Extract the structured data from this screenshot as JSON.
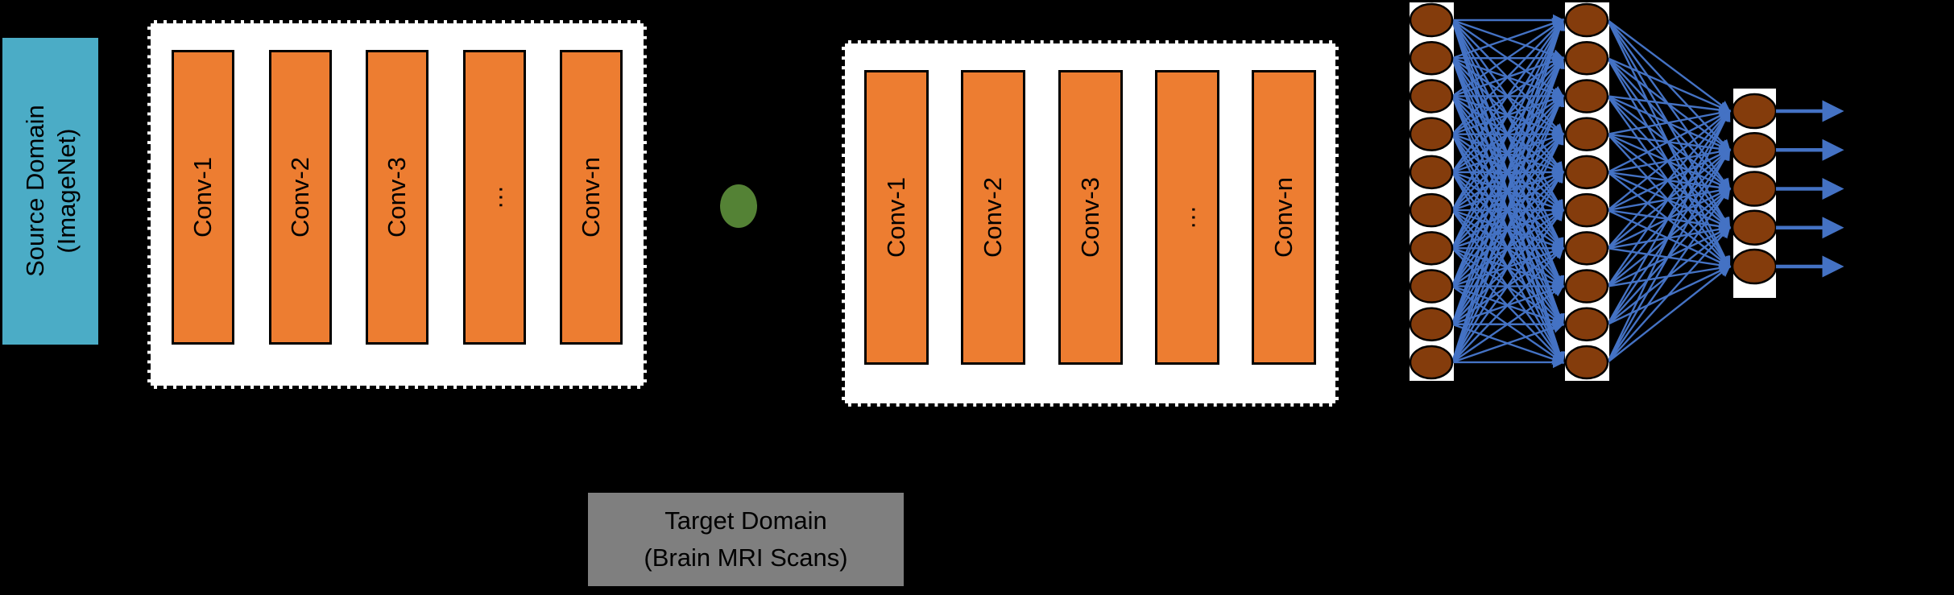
{
  "colors": {
    "background": "#000000",
    "source_label_fill": "#4BACC6",
    "conv_bar_fill": "#ED7D31",
    "transfer_marker_fill": "#548235",
    "target_label_fill": "#7F7F7F",
    "node_fill": "#843C0C",
    "edge_blue": "#4472C4",
    "block_fill": "#FFFFFF",
    "outline": "#000000"
  },
  "source_domain": {
    "line1": "Source Domain",
    "line2": "(ImageNet)"
  },
  "source_block": {
    "layers": [
      "Conv-1",
      "Conv-2",
      "Conv-3",
      "…",
      "Conv-n"
    ]
  },
  "transfer_marker": {
    "shape": "ellipse",
    "color": "#548235"
  },
  "target_block": {
    "layers": [
      "Conv-1",
      "Conv-2",
      "Conv-3",
      "…",
      "Conv-n"
    ]
  },
  "target_domain": {
    "line1": "Target Domain",
    "line2": "(Brain MRI Scans)"
  },
  "network": {
    "layer_sizes": [
      10,
      10,
      5
    ],
    "output_arrow_count": 5,
    "node_color": "#843C0C",
    "node_border_color": "#000000",
    "edge_color": "#4472C4",
    "strip_color": "#FFFFFF"
  }
}
